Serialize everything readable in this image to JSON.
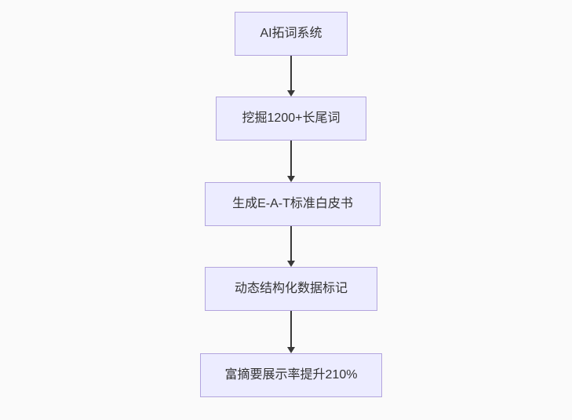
{
  "page": {
    "background": "#fafafa"
  },
  "flowchart": {
    "type": "flowchart-top-down",
    "colors": {
      "node_fill": "#ECECFF",
      "node_border": "#B3A5DE",
      "node_text": "#333333",
      "arrow": "#383838"
    },
    "nodes": [
      {
        "label": "AI拓词系统"
      },
      {
        "label": "挖掘1200+长尾词"
      },
      {
        "label": "生成E-A-T标准白皮书"
      },
      {
        "label": "动态结构化数据标记"
      },
      {
        "label": "富摘要展示率提升210%"
      }
    ],
    "edges": [
      {
        "from": 0,
        "to": 1
      },
      {
        "from": 1,
        "to": 2
      },
      {
        "from": 2,
        "to": 3
      },
      {
        "from": 3,
        "to": 4
      }
    ]
  }
}
